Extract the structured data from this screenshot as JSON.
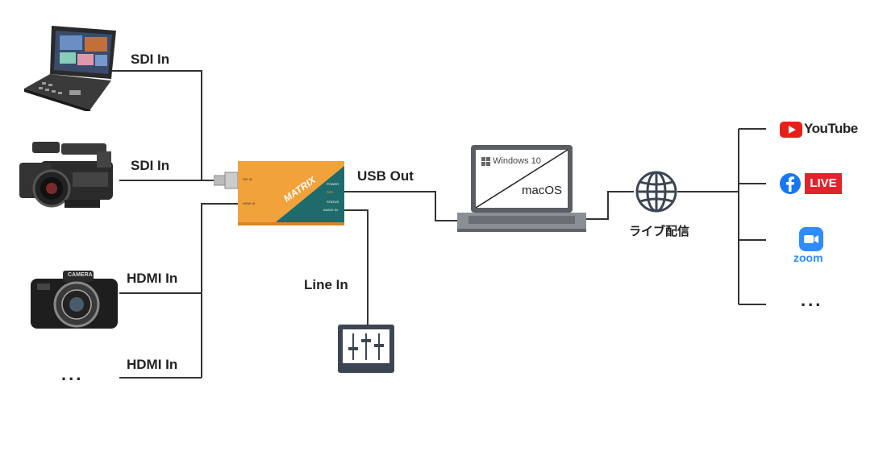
{
  "inputs": {
    "sdi_in_1": "SDI In",
    "sdi_in_2": "SDI In",
    "hdmi_in_1": "HDMI In",
    "hdmi_in_2": "HDMI In",
    "more": "..."
  },
  "capture_device": {
    "brand": "MATRIX",
    "ports": [
      "SDI IN",
      "HDMI IN"
    ],
    "indicators": [
      "POWER",
      "SPD",
      "STATUS",
      "AUDIO IN"
    ]
  },
  "usb_out": "USB Out",
  "line_in": "Line In",
  "laptop": {
    "os_1": "Windows 10",
    "os_2": "macOS"
  },
  "camera_text": "CAMERA",
  "network_label": "ライブ配信",
  "platforms": {
    "youtube": "YouTube",
    "facebook_live": "LIVE",
    "zoom": "zoom",
    "more": "..."
  }
}
